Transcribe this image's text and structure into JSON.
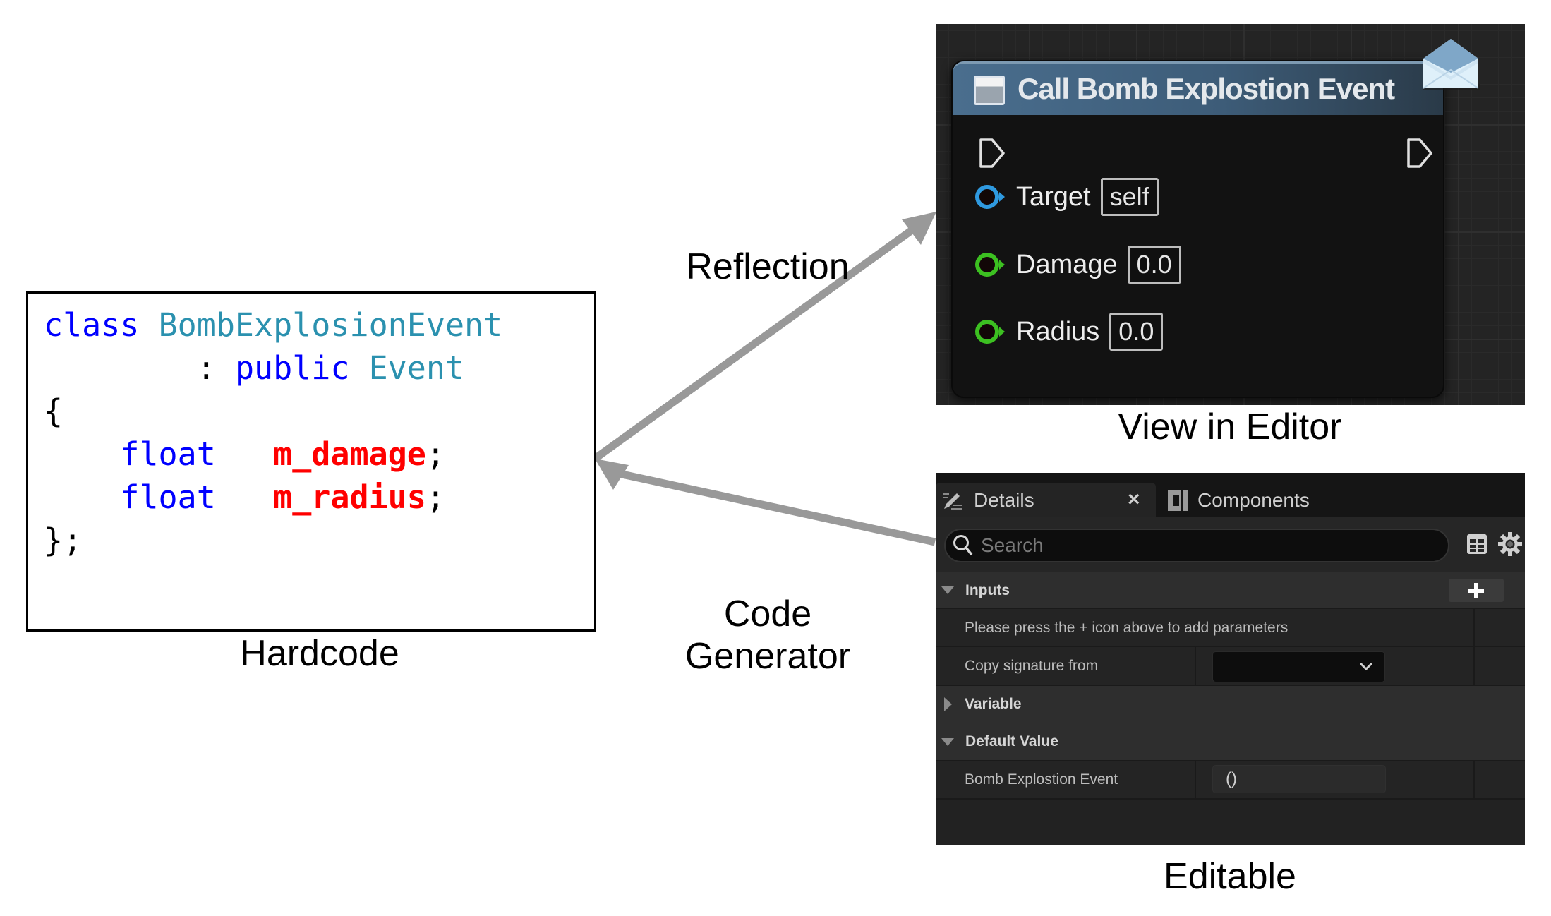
{
  "code": {
    "keyword_class": "class",
    "class_name": "BombExplosionEvent",
    "inherit_colon": ": ",
    "keyword_public": "public",
    "base_class": "Event",
    "open_brace": "{",
    "members": [
      {
        "type": "float",
        "name": "m_damage",
        "terminator": ";"
      },
      {
        "type": "float",
        "name": "m_radius",
        "terminator": ";"
      }
    ],
    "close_brace": "};",
    "colors": {
      "keyword": "#0000ff",
      "type": "#2b91af",
      "member": "#ff0000"
    }
  },
  "captions": {
    "hardcode": "Hardcode",
    "reflection": "Reflection",
    "code_generator_line1": "Code",
    "code_generator_line2": "Generator",
    "view_in_editor": "View in Editor",
    "editable": "Editable"
  },
  "arrows": {
    "color": "#999999",
    "reflection": {
      "from": "hardcode",
      "to": "view-in-editor"
    },
    "code_generator": {
      "from": "editable",
      "to": "hardcode"
    }
  },
  "node": {
    "title": "Call Bomb Explostion Event",
    "icon": "message-envelope-icon",
    "pins": [
      {
        "label": "Target",
        "value": "self",
        "type": "object",
        "color": "#2f9ae0"
      },
      {
        "label": "Damage",
        "value": "0.0",
        "type": "float",
        "color": "#3cc021"
      },
      {
        "label": "Radius",
        "value": "0.0",
        "type": "float",
        "color": "#3cc021"
      }
    ]
  },
  "details": {
    "tabs": [
      {
        "label": "Details",
        "icon": "details-pencil-icon",
        "close": "×",
        "active": true
      },
      {
        "label": "Components",
        "icon": "components-icon",
        "active": false
      }
    ],
    "search": {
      "placeholder": "Search",
      "value": ""
    },
    "sections": {
      "inputs": {
        "label": "Inputs",
        "expanded": true,
        "add_button": "+"
      },
      "inputs_message": "Please press the + icon above to add parameters",
      "copy_signature_label": "Copy signature from",
      "copy_signature_value": "",
      "variable": {
        "label": "Variable",
        "expanded": false
      },
      "default_value": {
        "label": "Default Value",
        "expanded": true
      },
      "default_prop_label": "Bomb Explostion Event",
      "default_prop_value": "()"
    }
  }
}
